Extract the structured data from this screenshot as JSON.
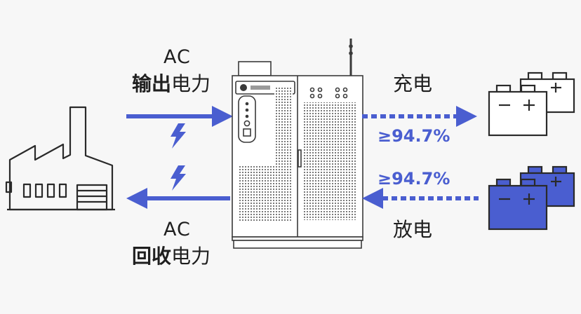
{
  "left_top": {
    "ac": "AC",
    "strong": "输出",
    "rest": "电力"
  },
  "left_bottom": {
    "ac": "AC",
    "strong": "回收",
    "rest": "电力"
  },
  "right_top": {
    "label": "充电",
    "efficiency": "≥94.7%"
  },
  "right_bottom": {
    "label": "放电",
    "efficiency": "≥94.7%"
  },
  "colors": {
    "accent": "#4a5ed0",
    "line": "#2a2a2a",
    "battery_fill": "#4a5ed0",
    "background": "#f7f7f7"
  },
  "icons": [
    "factory-icon",
    "lightning-icon",
    "cabinet-icon",
    "battery-icon"
  ]
}
